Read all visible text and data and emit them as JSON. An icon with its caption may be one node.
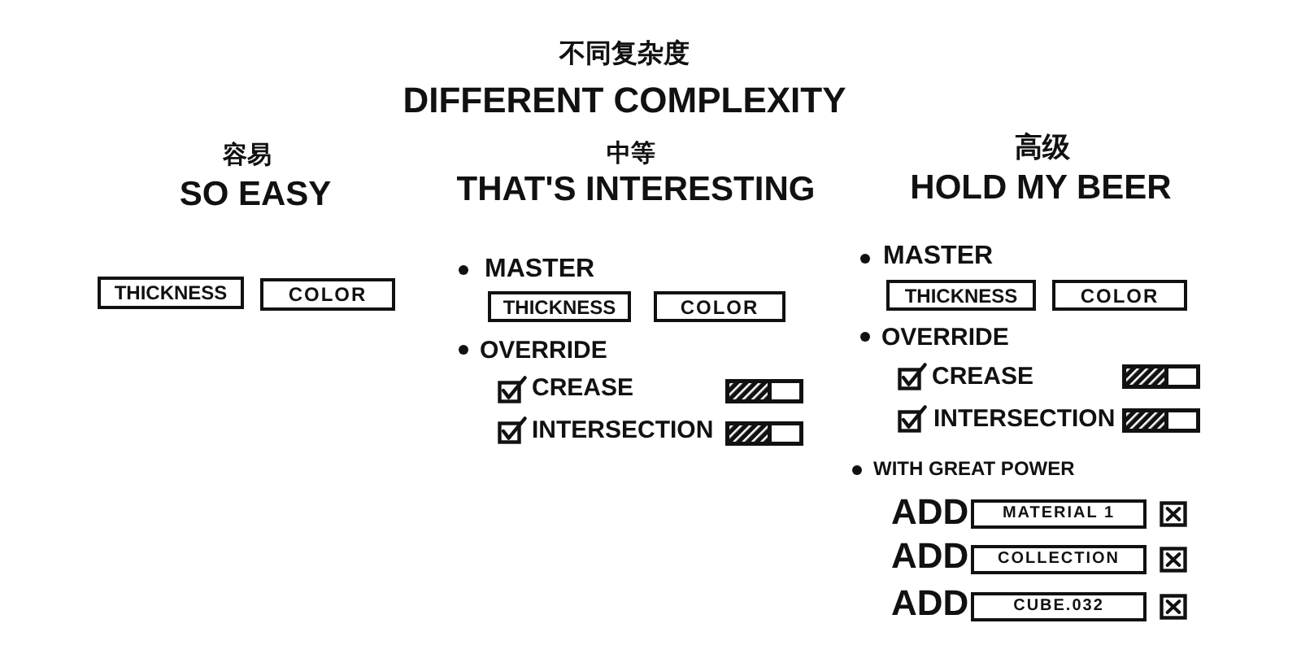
{
  "diagram": {
    "title": "DIFFERENT COMPLEXITY",
    "nodes": [
      {
        "text": [
          "THICKNESS"
        ]
      },
      {
        "text": [
          "COLOR"
        ]
      },
      {
        "text": [
          "THICKNESS"
        ]
      },
      {
        "text": [
          "COLOR"
        ]
      },
      {
        "text": [
          "THICKNESS"
        ]
      },
      {
        "text": [
          "COLOR"
        ]
      },
      {
        "text": [
          "MATERIAL 1"
        ]
      },
      {
        "text": [
          "COLLECTION"
        ]
      },
      {
        "text": [
          "CUBE.032"
        ]
      }
    ],
    "labels": [
      "不同复杂度",
      "容易",
      "SO EASY",
      "中等",
      "THAT'S INTERESTING",
      "高级",
      "HOLD MY BEER",
      "MASTER",
      "OVERRIDE",
      "CREASE",
      "INTERSECTION",
      "MASTER",
      "OVERRIDE",
      "CREASE",
      "INTERSECTION",
      "WITH GREAT POWER",
      "ADD",
      "ADD",
      "ADD"
    ]
  }
}
